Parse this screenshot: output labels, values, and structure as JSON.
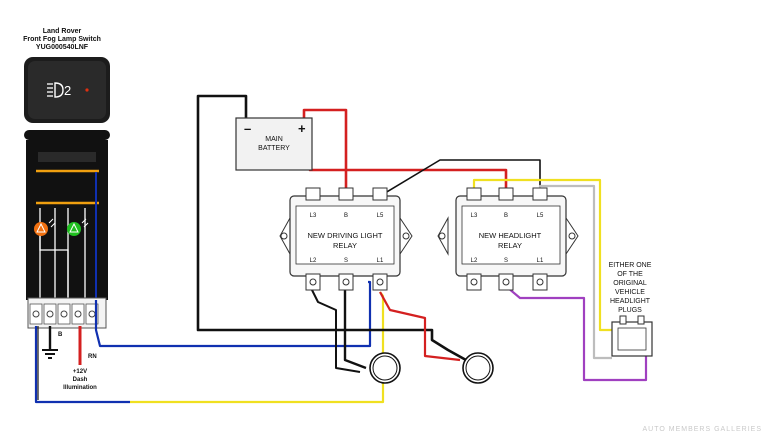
{
  "switch_title": {
    "line1": "Land Rover",
    "line2": "Front Fog Lamp Switch",
    "part_no": "YUG000540LNF"
  },
  "battery": {
    "minus": "–",
    "plus": "+",
    "line1": "MAIN",
    "line2": "BATTERY"
  },
  "driving_relay": {
    "line1": "NEW DRIVING LIGHT",
    "line2": "RELAY",
    "t_l3": "L3",
    "t_b_top": "B",
    "t_l5": "L5",
    "t_l2": "L2",
    "t_s": "S",
    "t_l1": "L1"
  },
  "headlight_relay": {
    "line1": "NEW HEADLIGHT",
    "line2": "RELAY",
    "t_l3": "L3",
    "t_b_top": "B",
    "t_l5": "L5",
    "t_l2": "L2",
    "t_s": "S",
    "t_l1": "L1"
  },
  "plug_note": {
    "lines": [
      "EITHER ONE",
      "OF THE",
      "ORIGINAL",
      "VEHICLE",
      "HEADLIGHT",
      "PLUGS"
    ]
  },
  "switch_labels": {
    "ground": "B",
    "rn": "RN",
    "dash_line1": "+12V",
    "dash_line2": "Dash",
    "dash_line3": "Illumination"
  },
  "watermark": "AUTO MEMBERS GALLERIES",
  "colors": {
    "red": "#d42020",
    "black": "#111111",
    "yellow": "#f0e020",
    "blue": "#1030b0",
    "purple": "#a040c0",
    "gray": "#bdbdbd",
    "orange": "#f07010",
    "green": "#20c020"
  }
}
